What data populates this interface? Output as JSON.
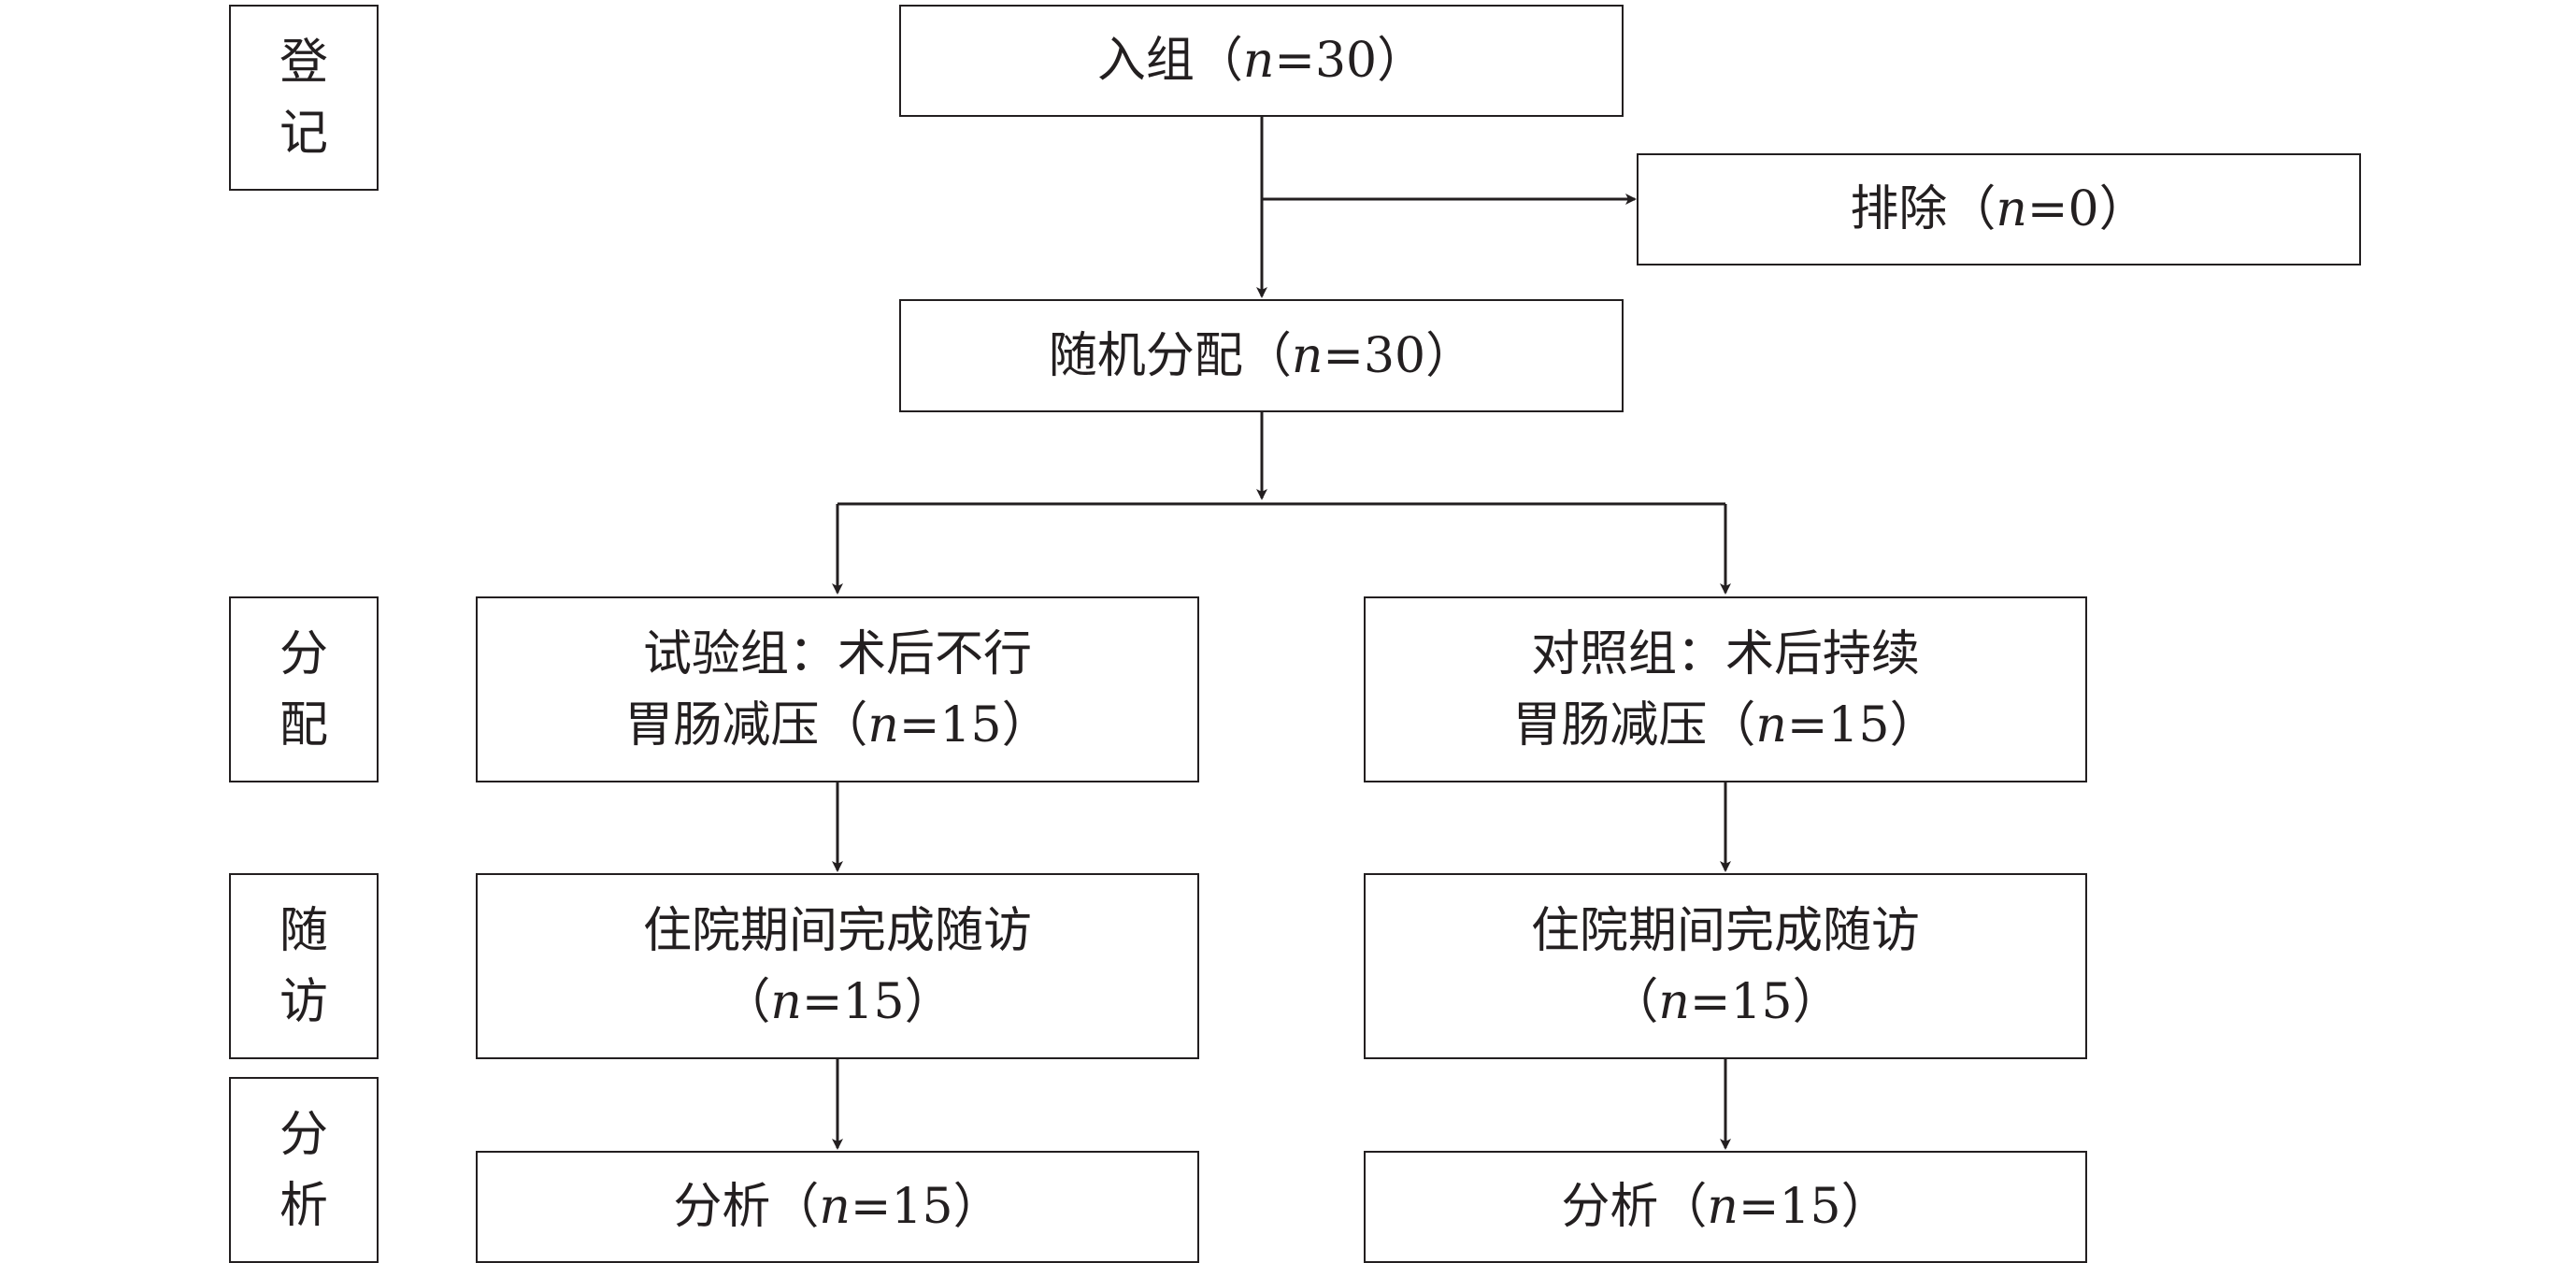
{
  "stages": {
    "enroll": [
      "登",
      "记"
    ],
    "allocate": [
      "分",
      "配"
    ],
    "followup": [
      "随",
      "访"
    ],
    "analyze": [
      "分",
      "析"
    ]
  },
  "boxes": {
    "enrolled": {
      "label": "入组（",
      "n": "n",
      "value": "=30",
      "close": "）"
    },
    "excluded": {
      "label": "排除（",
      "n": "n",
      "value": "=0",
      "close": "）"
    },
    "randomized": {
      "label": "随机分配（",
      "n": "n",
      "value": "=30",
      "close": "）"
    },
    "trial_alloc": {
      "line1": "试验组：术后不行",
      "label": "胃肠减压（",
      "n": "n",
      "value": "=15",
      "close": "）"
    },
    "control_alloc": {
      "line1": "对照组：术后持续",
      "label": "胃肠减压（",
      "n": "n",
      "value": "=15",
      "close": "）"
    },
    "trial_followup": {
      "line1": "住院期间完成随访",
      "label": "（",
      "n": "n",
      "value": "=15",
      "close": "）"
    },
    "control_followup": {
      "line1": "住院期间完成随访",
      "label": "（",
      "n": "n",
      "value": "=15",
      "close": "）"
    },
    "trial_analysis": {
      "label": "分析（",
      "n": "n",
      "value": "=15",
      "close": "）"
    },
    "control_analysis": {
      "label": "分析（",
      "n": "n",
      "value": "=15",
      "close": "）"
    }
  }
}
